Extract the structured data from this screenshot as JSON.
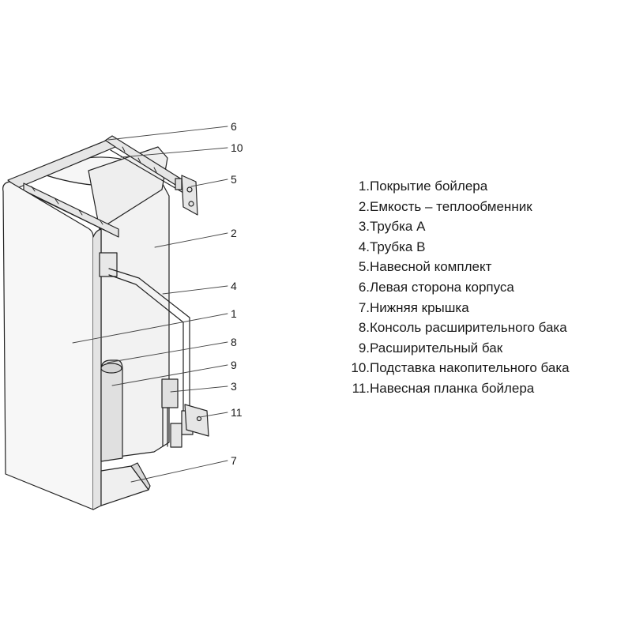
{
  "callouts": {
    "n6": "6",
    "n10": "10",
    "n5": "5",
    "n2": "2",
    "n4": "4",
    "n1": "1",
    "n8": "8",
    "n9": "9",
    "n3": "3",
    "n11": "11",
    "n7": "7"
  },
  "legend": [
    {
      "num": "1.",
      "text": "Покрытие бойлера"
    },
    {
      "num": "2.",
      "text": "Емкость – теплообменник"
    },
    {
      "num": "3.",
      "text": "Трубка А"
    },
    {
      "num": "4.",
      "text": "Трубка В"
    },
    {
      "num": "5.",
      "text": "Навесной комплект"
    },
    {
      "num": "6.",
      "text": "Левая сторона корпуса"
    },
    {
      "num": "7.",
      "text": "Нижняя крышка"
    },
    {
      "num": "8.",
      "text": "Консоль расширительного бака"
    },
    {
      "num": "9.",
      "text": "Расширительный бак"
    },
    {
      "num": "10.",
      "text": "Подставка накопительного бака"
    },
    {
      "num": "11.",
      "text": "Навесная планка бойлера"
    }
  ]
}
